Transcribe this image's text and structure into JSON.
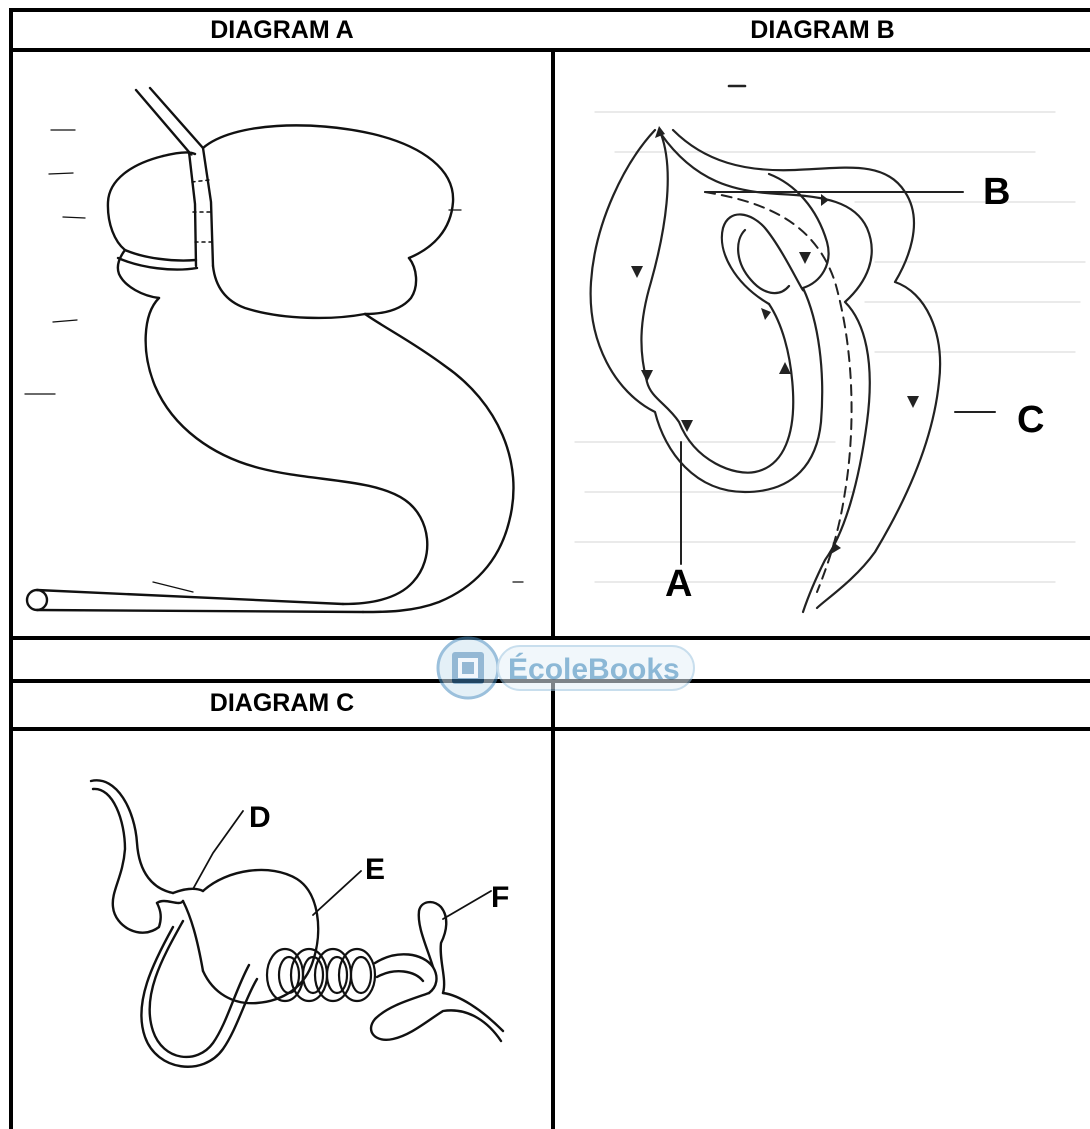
{
  "table": {
    "diagram_a_header": "DIAGRAM A",
    "diagram_b_header": "DIAGRAM B",
    "diagram_c_header": "DIAGRAM C"
  },
  "diagram_b": {
    "labels": {
      "a": "A",
      "b": "B",
      "c": "C"
    }
  },
  "diagram_c": {
    "labels": {
      "d": "D",
      "e": "E",
      "f": "F"
    }
  },
  "watermark": {
    "text": "ÉcoleBooks",
    "color": "#2f7fb5"
  }
}
